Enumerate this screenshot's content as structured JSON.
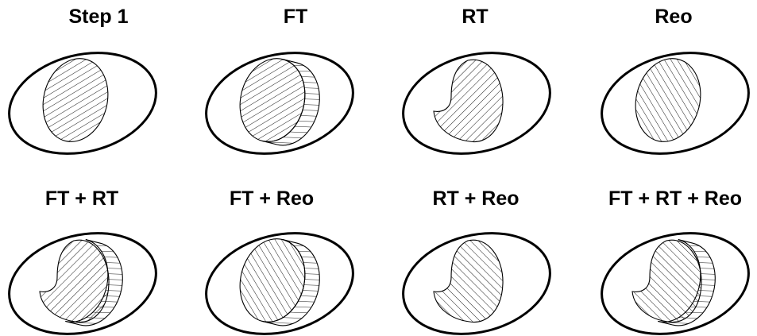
{
  "figure": {
    "panels": [
      {
        "title": "Step 1",
        "crescent": false,
        "reo": false,
        "ft": false
      },
      {
        "title": "FT",
        "crescent": false,
        "reo": false,
        "ft": true
      },
      {
        "title": "RT",
        "crescent": true,
        "reo": false,
        "ft": false
      },
      {
        "title": "Reo",
        "crescent": false,
        "reo": true,
        "ft": false
      },
      {
        "title": "FT + RT",
        "crescent": true,
        "reo": false,
        "ft": true
      },
      {
        "title": "FT + Reo",
        "crescent": false,
        "reo": true,
        "ft": true
      },
      {
        "title": "RT + Reo",
        "crescent": true,
        "reo": true,
        "ft": false
      },
      {
        "title": "FT + RT + Reo",
        "crescent": true,
        "reo": true,
        "ft": true
      }
    ]
  }
}
